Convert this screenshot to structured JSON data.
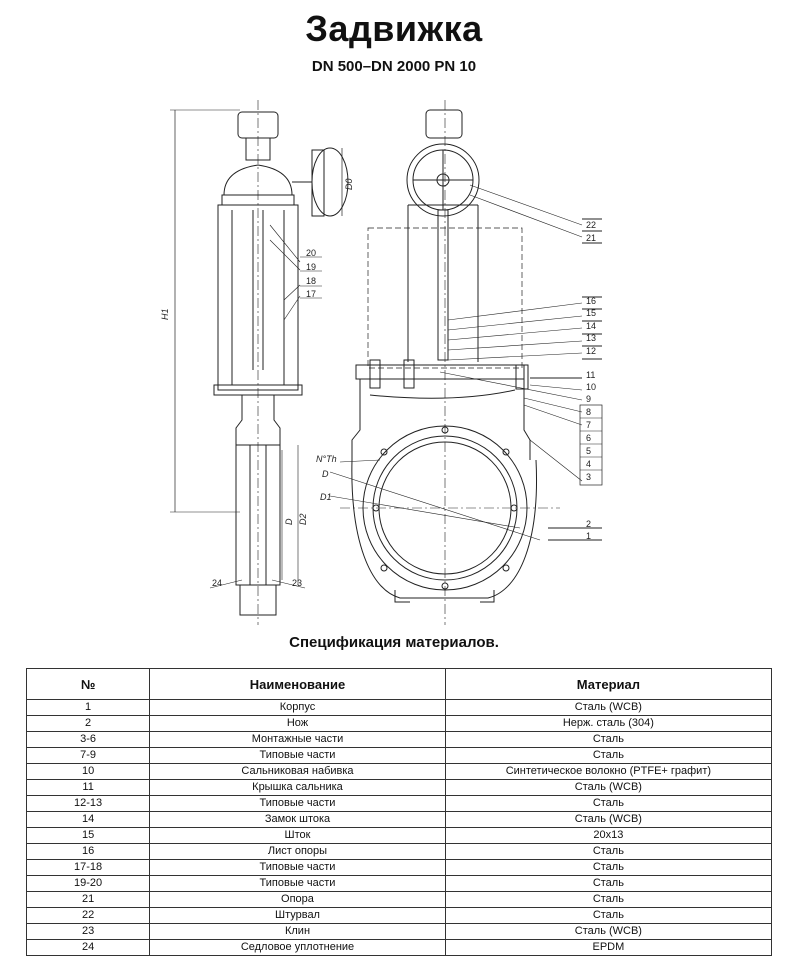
{
  "title": "Задвижка",
  "subtitle": "DN 500–DN 2000 PN 10",
  "drawing": {
    "dimension_labels": {
      "h1": "H1",
      "d0": "D0",
      "d": "D",
      "d1": "D1",
      "d2": "D2",
      "holes": "N°Th"
    },
    "callouts_left": [
      "20",
      "19",
      "18",
      "17"
    ],
    "callouts_bottom": [
      "24",
      "23"
    ],
    "callouts_right": [
      "22",
      "21",
      "16",
      "15",
      "14",
      "13",
      "12",
      "11",
      "10",
      "9",
      "8",
      "7",
      "6",
      "5",
      "4",
      "3",
      "2",
      "1"
    ]
  },
  "spec_title": "Спецификация материалов.",
  "table": {
    "headers": {
      "num": "№",
      "name": "Наименование",
      "material": "Материал"
    },
    "rows": [
      {
        "num": "1",
        "name": "Корпус",
        "material": "Сталь (WCB)"
      },
      {
        "num": "2",
        "name": "Нож",
        "material": "Нерж. сталь (304)"
      },
      {
        "num": "3-6",
        "name": "Монтажные части",
        "material": "Сталь"
      },
      {
        "num": "7-9",
        "name": "Типовые части",
        "material": "Сталь"
      },
      {
        "num": "10",
        "name": "Сальниковая набивка",
        "material": "Синтетическое волокно (PTFE+ графит)"
      },
      {
        "num": "11",
        "name": "Крышка сальника",
        "material": "Сталь (WCB)"
      },
      {
        "num": "12-13",
        "name": "Типовые части",
        "material": "Сталь"
      },
      {
        "num": "14",
        "name": "Замок штока",
        "material": "Сталь (WCB)"
      },
      {
        "num": "15",
        "name": "Шток",
        "material": "20x13"
      },
      {
        "num": "16",
        "name": "Лист опоры",
        "material": "Сталь"
      },
      {
        "num": "17-18",
        "name": "Типовые части",
        "material": "Сталь"
      },
      {
        "num": "19-20",
        "name": "Типовые части",
        "material": "Сталь"
      },
      {
        "num": "21",
        "name": "Опора",
        "material": "Сталь"
      },
      {
        "num": "22",
        "name": "Штурвал",
        "material": "Сталь"
      },
      {
        "num": "23",
        "name": "Клин",
        "material": "Сталь (WCB)"
      },
      {
        "num": "24",
        "name": "Седловое уплотнение",
        "material": "EPDM"
      }
    ]
  }
}
